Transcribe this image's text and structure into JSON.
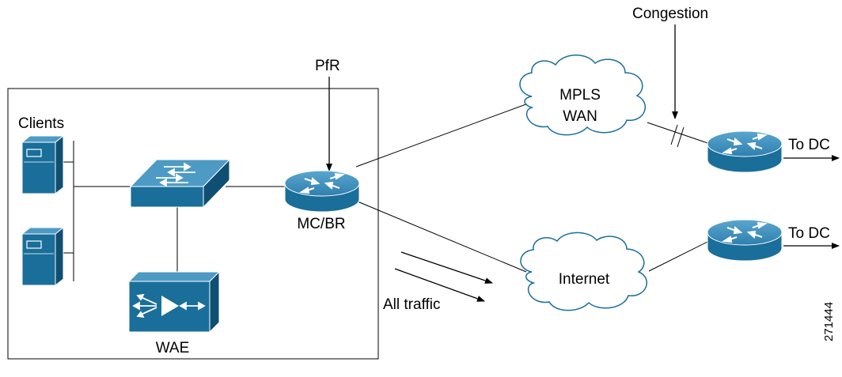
{
  "colors": {
    "device_blue": "#1a6e9a",
    "device_top": "#4d9ac4",
    "device_dark": "#0f4f73",
    "line": "#000000",
    "cloud_stroke": "#1a6e9a"
  },
  "labels": {
    "congestion": "Congestion",
    "pfr": "PfR",
    "clients": "Clients",
    "mpls_wan_line1": "MPLS",
    "mpls_wan_line2": "WAN",
    "to_dc_top": "To DC",
    "to_dc_bottom": "To DC",
    "mc_br": "MC/BR",
    "internet": "Internet",
    "all_traffic": "All traffic",
    "wae": "WAE",
    "figure_id": "271444"
  },
  "icons": {
    "server_1": "server-icon",
    "server_2": "server-icon",
    "switch": "switch-icon",
    "wae": "wae-appliance-icon",
    "router_mc_br": "router-icon",
    "router_dc_top": "router-icon",
    "router_dc_bottom": "router-icon",
    "cloud_mpls": "cloud-icon",
    "cloud_internet": "cloud-icon"
  }
}
